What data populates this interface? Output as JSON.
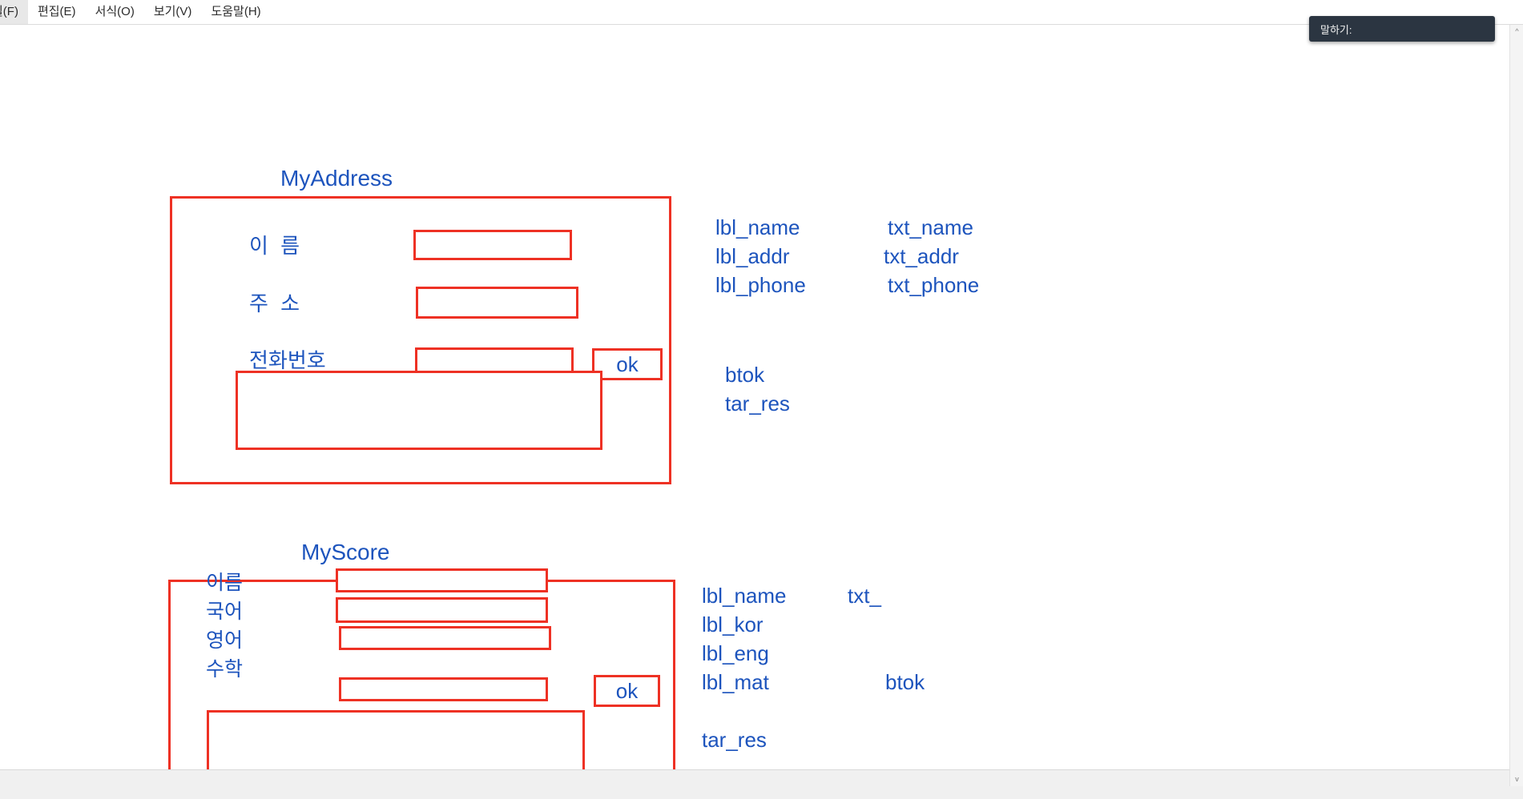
{
  "menubar": {
    "items": [
      {
        "label": "일(F)",
        "name": "menu-file"
      },
      {
        "label": "편집(E)",
        "name": "menu-edit"
      },
      {
        "label": "서식(O)",
        "name": "menu-format"
      },
      {
        "label": "보기(V)",
        "name": "menu-view"
      },
      {
        "label": "도움말(H)",
        "name": "menu-help"
      }
    ]
  },
  "speak_popup": {
    "label": "말하기:"
  },
  "scrollbar": {
    "up_arrow": "^",
    "down_arrow": "v"
  },
  "colors": {
    "red": "#ee3124",
    "blue": "#1d54bd",
    "popup_bg": "#2b3541",
    "status_bg": "#f0f0f0"
  },
  "forms": [
    {
      "name": "my-address",
      "title": "MyAddress",
      "fields": [
        {
          "label": "이  름",
          "control": "textbox"
        },
        {
          "label": "주  소",
          "control": "textbox"
        },
        {
          "label": "전화번호",
          "control": "textbox"
        }
      ],
      "button": {
        "label": "ok"
      },
      "textarea": {
        "value": ""
      },
      "annotations": [
        {
          "label": "lbl_name",
          "name": "annot-lbl-name"
        },
        {
          "label": "txt_name",
          "name": "annot-txt-name"
        },
        {
          "label": "lbl_addr",
          "name": "annot-lbl-addr"
        },
        {
          "label": "txt_addr",
          "name": "annot-txt-addr"
        },
        {
          "label": "lbl_phone",
          "name": "annot-lbl-phone"
        },
        {
          "label": "txt_phone",
          "name": "annot-txt-phone"
        },
        {
          "label": "btok",
          "name": "annot-btok"
        },
        {
          "label": "tar_res",
          "name": "annot-tar-res"
        }
      ]
    },
    {
      "name": "my-score",
      "title": "MyScore",
      "fields": [
        {
          "label": "이름",
          "control": "textbox"
        },
        {
          "label": "국어",
          "control": "textbox"
        },
        {
          "label": "영어",
          "control": "textbox"
        },
        {
          "label": "수학",
          "control": "textbox"
        }
      ],
      "button": {
        "label": "ok"
      },
      "textarea": {
        "value": ""
      },
      "annotations": [
        {
          "label": "lbl_name",
          "name": "annot-lbl-name"
        },
        {
          "label": "txt_",
          "name": "annot-txt"
        },
        {
          "label": "lbl_kor",
          "name": "annot-lbl-kor"
        },
        {
          "label": "lbl_eng",
          "name": "annot-lbl-eng"
        },
        {
          "label": "lbl_mat",
          "name": "annot-lbl-mat"
        },
        {
          "label": "btok",
          "name": "annot-btok"
        },
        {
          "label": "tar_res",
          "name": "annot-tar-res"
        }
      ]
    }
  ]
}
